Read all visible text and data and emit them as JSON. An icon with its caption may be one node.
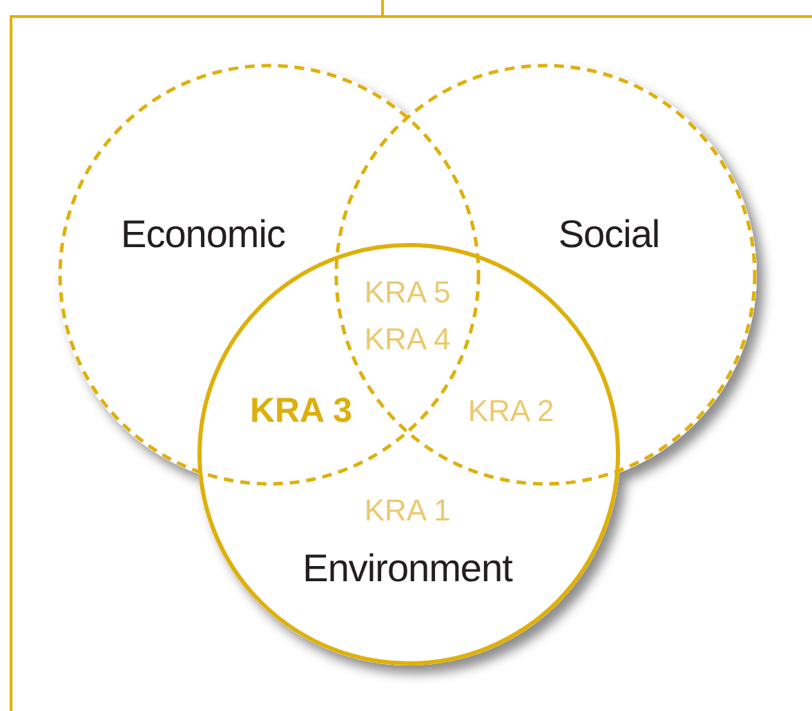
{
  "diagram": {
    "nodes": [
      {
        "text": [
          "Economic"
        ]
      },
      {
        "text": [
          "Social"
        ]
      },
      {
        "text": [
          "Environment"
        ]
      }
    ],
    "labels": [
      "KRA 5",
      "KRA 4",
      "KRA 3",
      "KRA 2",
      "KRA 1"
    ]
  }
}
